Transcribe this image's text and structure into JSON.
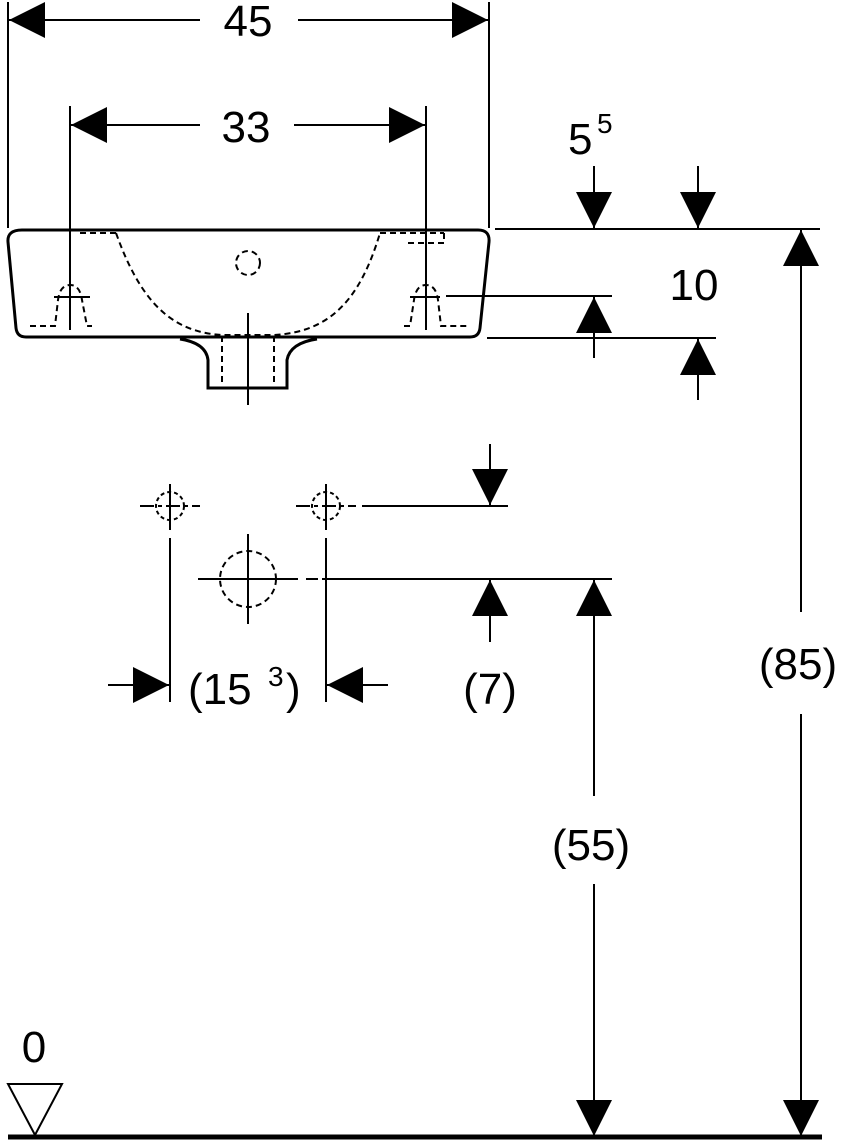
{
  "dimensions": {
    "overall_width": "45",
    "fixing_centers": "33",
    "rim_offset_base": "5",
    "rim_offset_sup": "5",
    "basin_height": "10",
    "supply_spacing_base": "(15",
    "supply_spacing_sup": "3",
    "supply_spacing_close": ")",
    "supply_height_offset": "(7)",
    "outlet_height": "(55)",
    "rim_height": "(85)",
    "floor_reference": "0"
  },
  "colors": {
    "line": "#000000",
    "background": "#ffffff"
  }
}
